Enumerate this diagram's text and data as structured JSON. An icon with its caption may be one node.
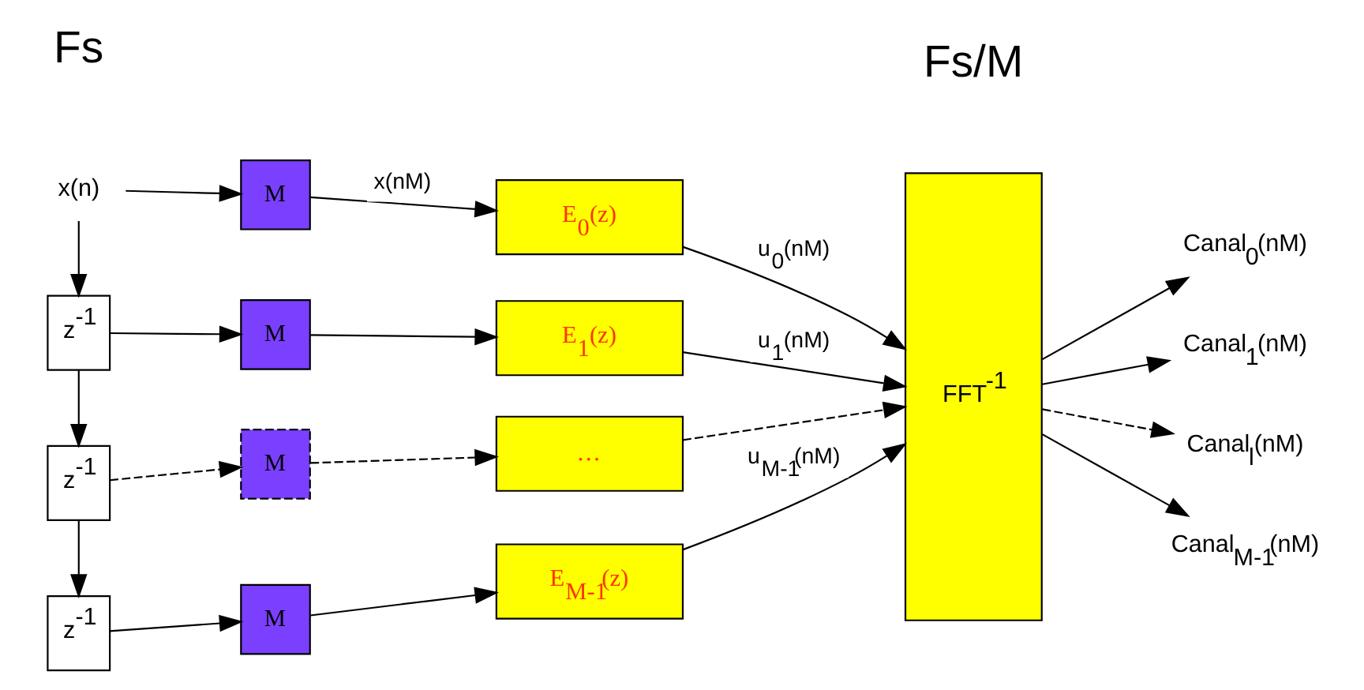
{
  "diagram": {
    "nodes": [
      {
        "text": [
          "x(n)"
        ]
      },
      {
        "text": [
          "z$^{-1}$"
        ]
      },
      {
        "text": [
          "z$^{-1}$"
        ]
      },
      {
        "text": [
          "z$^{-1}$"
        ]
      },
      {
        "text": [
          "M"
        ]
      },
      {
        "text": [
          "M"
        ]
      },
      {
        "text": [
          "M"
        ]
      },
      {
        "text": [
          "M"
        ]
      },
      {
        "text": [
          "E$_{0}$(z)"
        ]
      },
      {
        "text": [
          "E$_{1}$(z)"
        ]
      },
      {
        "text": [
          "…"
        ]
      },
      {
        "text": [
          "E$_{M-1}$(z)"
        ]
      },
      {
        "text": [
          "FFT$^{-1}$"
        ]
      },
      {
        "text": [
          "Canal$_{0}$(nM)"
        ]
      },
      {
        "text": [
          "Canal$_{1}$(nM)"
        ]
      },
      {
        "text": [
          "Canal$_{l}$(nM)"
        ]
      },
      {
        "text": [
          "Canal$_{M-1}$(nM)"
        ]
      }
    ],
    "edges": [
      {
        "from": 0,
        "to": 4,
        "arrow": "to"
      },
      {
        "from": 0,
        "to": 1,
        "arrow": "to"
      },
      {
        "from": 1,
        "to": 5,
        "arrow": "to"
      },
      {
        "from": 1,
        "to": 2,
        "arrow": "to"
      },
      {
        "from": 2,
        "to": 6,
        "arrow": "to",
        "style": "dashed"
      },
      {
        "from": 2,
        "to": 3,
        "arrow": "to"
      },
      {
        "from": 3,
        "to": 7,
        "arrow": "to"
      },
      {
        "from": 4,
        "to": 8,
        "arrow": "to",
        "label": "x(nM)"
      },
      {
        "from": 5,
        "to": 9,
        "arrow": "to"
      },
      {
        "from": 6,
        "to": 10,
        "arrow": "to",
        "style": "dashed"
      },
      {
        "from": 7,
        "to": 11,
        "arrow": "to"
      },
      {
        "from": 8,
        "to": 12,
        "arrow": "to",
        "label": "u$_{0}$(nM)"
      },
      {
        "from": 9,
        "to": 12,
        "arrow": "to",
        "label": "u$_{1}$(nM)"
      },
      {
        "from": 10,
        "to": 12,
        "arrow": "to",
        "style": "dashed"
      },
      {
        "from": 11,
        "to": 12,
        "arrow": "to",
        "label": "u$_{M-1}$(nM)"
      },
      {
        "from": 12,
        "to": 13,
        "arrow": "to"
      },
      {
        "from": 12,
        "to": 14,
        "arrow": "to"
      },
      {
        "from": 12,
        "to": 15,
        "arrow": "to",
        "style": "dashed"
      },
      {
        "from": 12,
        "to": 16,
        "arrow": "to"
      }
    ],
    "labels": [
      "Fs",
      "Fs/M"
    ]
  }
}
